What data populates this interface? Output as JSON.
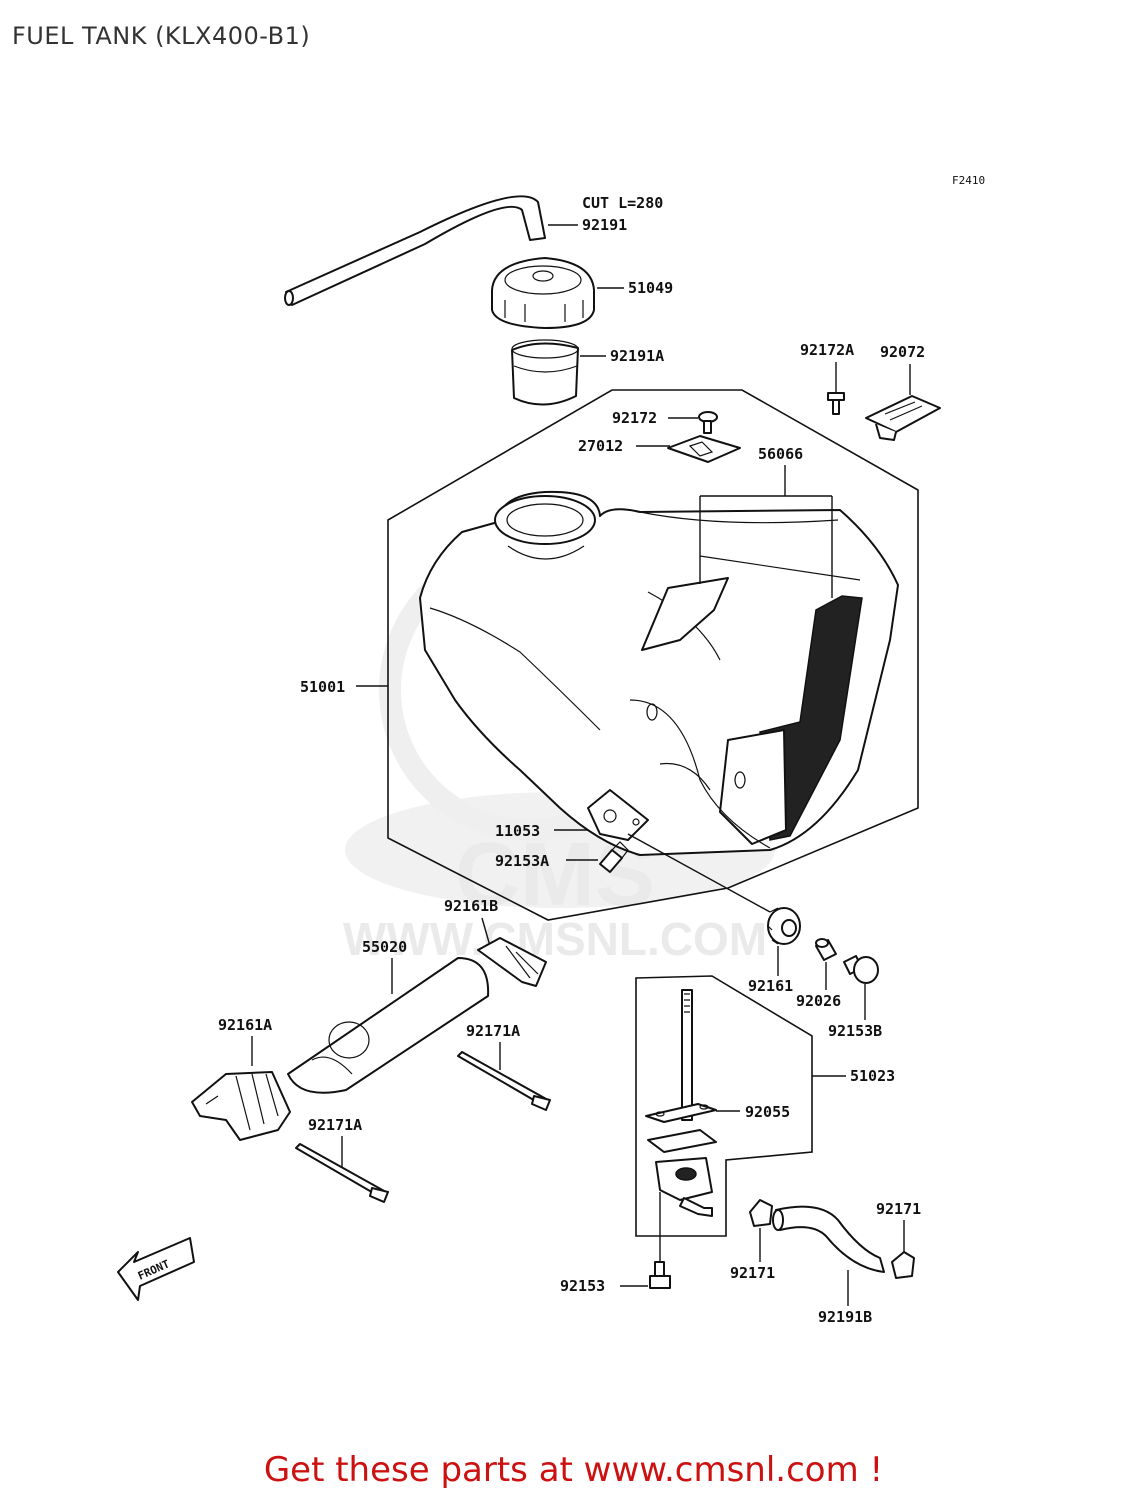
{
  "title": "FUEL TANK (KLX400-B1)",
  "figure_code": "F2410",
  "cut_note": "CUT L=280",
  "front_label": "FRONT",
  "watermark": {
    "brand": "CMS",
    "url": "WWW.CMSNL.COM"
  },
  "parts": {
    "p92191": "92191",
    "p51049": "51049",
    "p92191A": "92191A",
    "p92172A": "92172A",
    "p92072": "92072",
    "p92172": "92172",
    "p27012": "27012",
    "p56066": "56066",
    "p51001": "51001",
    "p11053": "11053",
    "p92153A": "92153A",
    "p92161B": "92161B",
    "p55020": "55020",
    "p92161": "92161",
    "p92026": "92026",
    "p92153B": "92153B",
    "p92161A": "92161A",
    "p92171A_1": "92171A",
    "p92171A_2": "92171A",
    "p51023": "51023",
    "p92055": "92055",
    "p92171_1": "92171",
    "p92171_2": "92171",
    "p92153": "92153",
    "p92191B": "92191B"
  },
  "promo": "Get these parts at www.cmsnl.com !"
}
